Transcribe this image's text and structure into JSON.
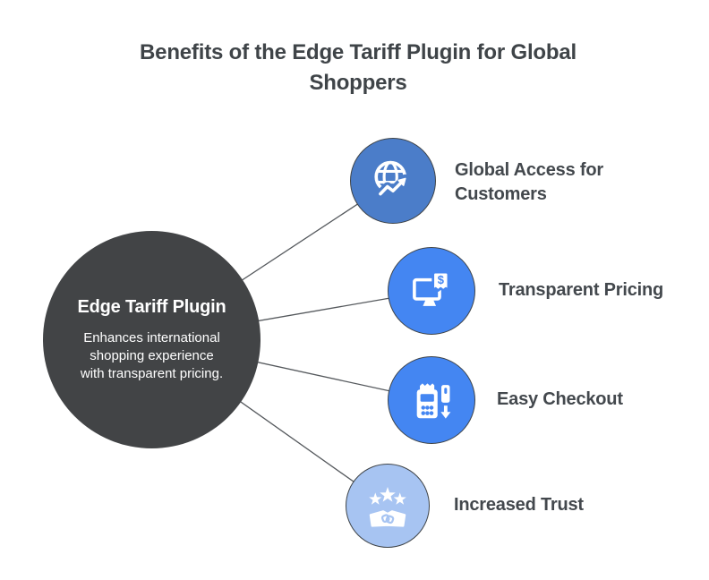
{
  "title": "Benefits of the Edge Tariff Plugin for Global\nShoppers",
  "center_node": {
    "title": "Edge Tariff Plugin",
    "description": "Enhances international\nshopping experience\nwith transparent pricing.",
    "color": "#424446"
  },
  "benefits": [
    {
      "label": "Global Access for\nCustomers",
      "icon": "globe-trending-up-icon",
      "color": "#4b7dc9"
    },
    {
      "label": "Transparent Pricing",
      "icon": "monitor-price-receipt-icon",
      "icon_symbol": "$",
      "color": "#4486f2"
    },
    {
      "label": "Easy Checkout",
      "icon": "payment-terminal-card-icon",
      "color": "#4486f2"
    },
    {
      "label": "Increased Trust",
      "icon": "stars-handshake-icon",
      "color": "#a7c4f2"
    }
  ],
  "styles": {
    "background": "#ffffff",
    "connector_color": "#55595d",
    "node_border_color": "#3f4448",
    "title_color": "#3f4448",
    "label_color": "#43484d",
    "center_text_color": "#ffffff",
    "icon_color": "#ffffff"
  }
}
